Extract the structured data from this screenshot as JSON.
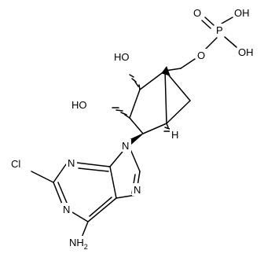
{
  "atom_labels": {
    "phosphate_oh_top": "OH",
    "phosphate_oh_right": "OH",
    "phosphorus": "P",
    "phosphate_oxo": "O",
    "ester_oxygen": "O",
    "hydroxyl_upper": "HO",
    "hydroxyl_lower": "HO",
    "bridgehead_h": "H",
    "chlorine": "Cl",
    "purine_n9": "N",
    "purine_n3": "N",
    "purine_n1": "N",
    "purine_n7": "N",
    "amine": "NH",
    "amine_subscript": "2"
  }
}
